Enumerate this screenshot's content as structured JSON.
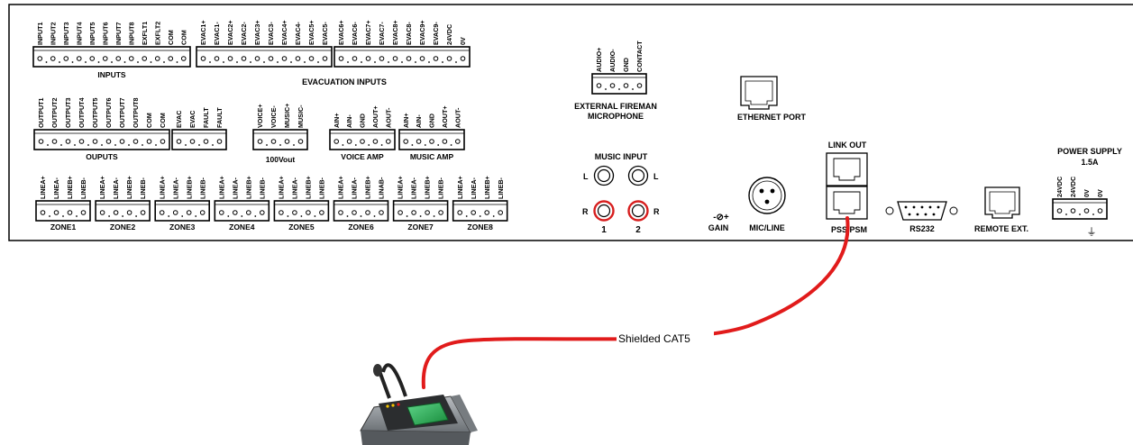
{
  "connector_strips": [
    {
      "id": "inputs",
      "pins": [
        "INPUT1",
        "INPUT2",
        "INPUT3",
        "INPUT4",
        "INPUT5",
        "INPUT6",
        "INPUT7",
        "INPUT8",
        "EXFLT1",
        "EXFLT2",
        "COM",
        "COM"
      ],
      "caption": "INPUTS"
    },
    {
      "id": "evac-a",
      "pins": [
        "EVAC1+",
        "EVAC1-",
        "EVAC2+",
        "EVAC2-",
        "EVAC3+",
        "EVAC3-",
        "EVAC4+",
        "EVAC4-",
        "EVAC5+",
        "EVAC5-"
      ],
      "caption": ""
    },
    {
      "id": "evac-b",
      "pins": [
        "EVAC6+",
        "EVAC6-",
        "EVAC7+",
        "EVAC7-",
        "EVAC8+",
        "EVAC8-",
        "EVAC9+",
        "EVAC9-",
        "24VDC",
        "0V"
      ],
      "caption": ""
    },
    {
      "id": "outputs",
      "pins": [
        "OUTPUT1",
        "OUTPUT2",
        "OUTPUT3",
        "OUTPUT4",
        "OUTPUT5",
        "OUTPUT6",
        "OUTPUT7",
        "OUTPUT8",
        "COM",
        "COM"
      ],
      "caption": "OUPUTS"
    },
    {
      "id": "evac-fault",
      "pins": [
        "EVAC",
        "EVAC",
        "FAULT",
        "FAULT"
      ],
      "caption": ""
    },
    {
      "id": "voice-music",
      "pins": [
        "VOICE+",
        "VOICE-",
        "MUSIC+",
        "MUSIC-"
      ],
      "caption": "100Vout"
    },
    {
      "id": "voice-amp",
      "pins": [
        "AIN+",
        "AIN-",
        "GND",
        "AOUT+",
        "AOUT-"
      ],
      "caption": "VOICE AMP"
    },
    {
      "id": "music-amp",
      "pins": [
        "AIN+",
        "AIN-",
        "GND",
        "AOUT+",
        "AOUT-"
      ],
      "caption": "MUSIC AMP"
    },
    {
      "id": "fireman",
      "pins": [
        "AUDIO+",
        "AUDIO-",
        "GND",
        "CONTACT"
      ],
      "caption": ""
    },
    {
      "id": "power",
      "pins": [
        "24VDC",
        "24VDC",
        "0V",
        "0V"
      ],
      "caption": ""
    }
  ],
  "evacuation_inputs_caption": "EVACUATION INPUTS",
  "zones": [
    {
      "pins": [
        "LINEA+",
        "LINEA-",
        "LINEB+",
        "LINEB-"
      ],
      "caption": "ZONE1"
    },
    {
      "pins": [
        "LINEA+",
        "LINEA-",
        "LINEB+",
        "LINEB-"
      ],
      "caption": "ZONE2"
    },
    {
      "pins": [
        "LINEA+",
        "LINEA-",
        "LINEB+",
        "LINEB-"
      ],
      "caption": "ZONE3"
    },
    {
      "pins": [
        "LINEA+",
        "LINEA-",
        "LINEB+",
        "LINEB-"
      ],
      "caption": "ZONE4"
    },
    {
      "pins": [
        "LINEA+",
        "LINEA-",
        "LINEB+",
        "LINEB-"
      ],
      "caption": "ZONE5"
    },
    {
      "pins": [
        "LINEA+",
        "LINEA-",
        "LINEB+",
        "LINAB-"
      ],
      "caption": "ZONE6"
    },
    {
      "pins": [
        "LINEA+",
        "LINEA-",
        "LINEB+",
        "LINEB-"
      ],
      "caption": "ZONE7"
    },
    {
      "pins": [
        "LINEA+",
        "LINEA-",
        "LINEB+",
        "LINEB-"
      ],
      "caption": "ZONE8"
    }
  ],
  "labels": {
    "fireman_line1": "EXTERNAL FIREMAN",
    "fireman_line2": "MICROPHONE",
    "ethernet_port": "ETHERNET PORT",
    "music_input": "MUSIC INPUT",
    "left_l": "L",
    "left_r": "R",
    "right_l": "L",
    "right_r": "R",
    "input_1": "1",
    "input_2": "2",
    "gain_symbol": "-⊘+",
    "gain": "GAIN",
    "mic_line": "MIC/LINE",
    "link_out": "LINK OUT",
    "pss_psm": "PSS/PSM",
    "rs232": "RS232",
    "remote_ext": "REMOTE EXT.",
    "power_supply_line1": "POWER SUPPLY",
    "power_supply_line2": "1.5A",
    "ground_symbol": "⏚",
    "cable_label": "Shielded CAT5"
  },
  "colors": {
    "cable": "#e11b1b",
    "rca_ring": "#d71e1e",
    "connector": "#000000",
    "panel_border": "#000000",
    "console_body": "#8a8f94",
    "console_screen": "#22a14a",
    "console_frame": "#2b2d2f"
  }
}
